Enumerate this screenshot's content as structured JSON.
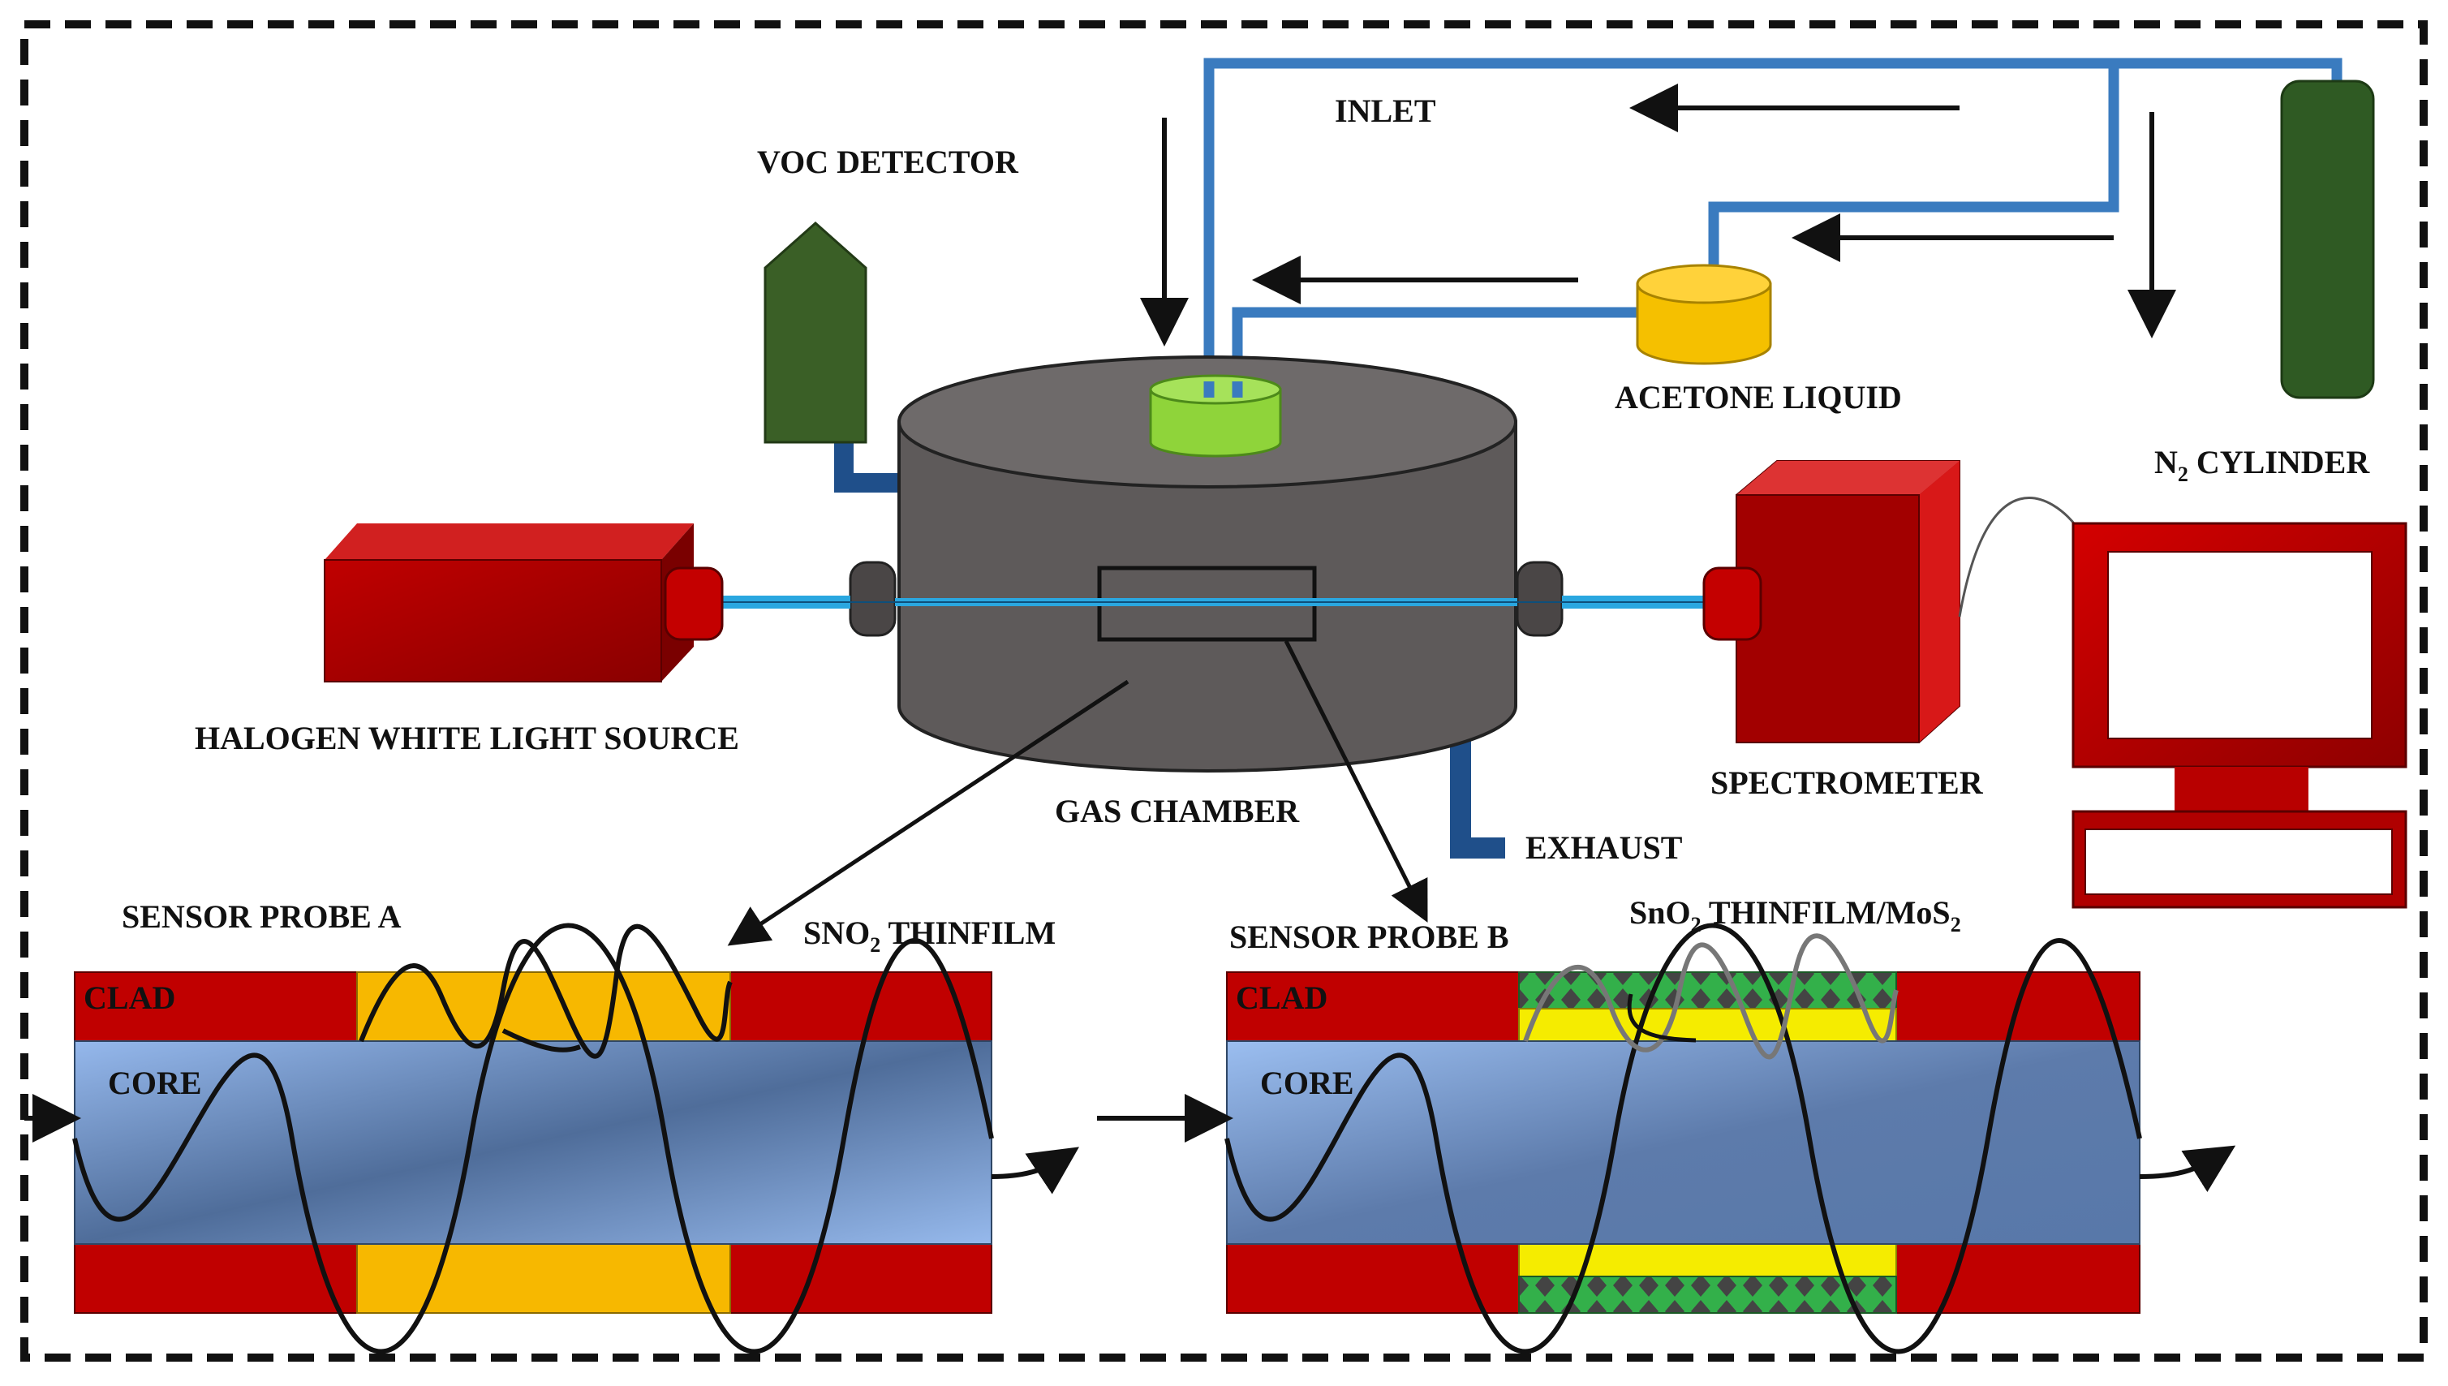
{
  "labels": {
    "inlet": "INLET",
    "voc_detector": "VOC DETECTOR",
    "acetone_liquid": "ACETONE LIQUID",
    "n2_cylinder_main": "N",
    "n2_cylinder_sub": "2",
    "n2_cylinder_rest": " CYLINDER",
    "halogen_source": "HALOGEN WHITE LIGHT SOURCE",
    "gas_chamber": "GAS CHAMBER",
    "spectrometer": "SPECTROMETER",
    "exhaust": "EXHAUST",
    "sensor_probe_a": "SENSOR PROBE A",
    "sensor_probe_b": "SENSOR PROBE B",
    "sno2_a_main": "SNO",
    "sno2_a_sub": "2",
    "sno2_a_rest": " THINFILM",
    "sno2_b_1": "SnO",
    "sno2_b_sub1": "2",
    "sno2_b_2": " THINFILM/MoS",
    "sno2_b_sub2": "2",
    "clad_a": "CLAD",
    "core_a": "CORE",
    "clad_b": "CLAD",
    "core_b": "CORE"
  },
  "colors": {
    "pipe": "#3a7bbf",
    "chamber": "#5e5a5a",
    "cap": "#8fd43a",
    "acetone": "#f5c000",
    "cylinder": "#2f5a23",
    "red": "#b00000",
    "core": "#7a9fd4",
    "film_a": "#f7b800",
    "film_b": "#f5ec00",
    "mos2": "#33b04a",
    "fiber": "#2aa7e0"
  }
}
